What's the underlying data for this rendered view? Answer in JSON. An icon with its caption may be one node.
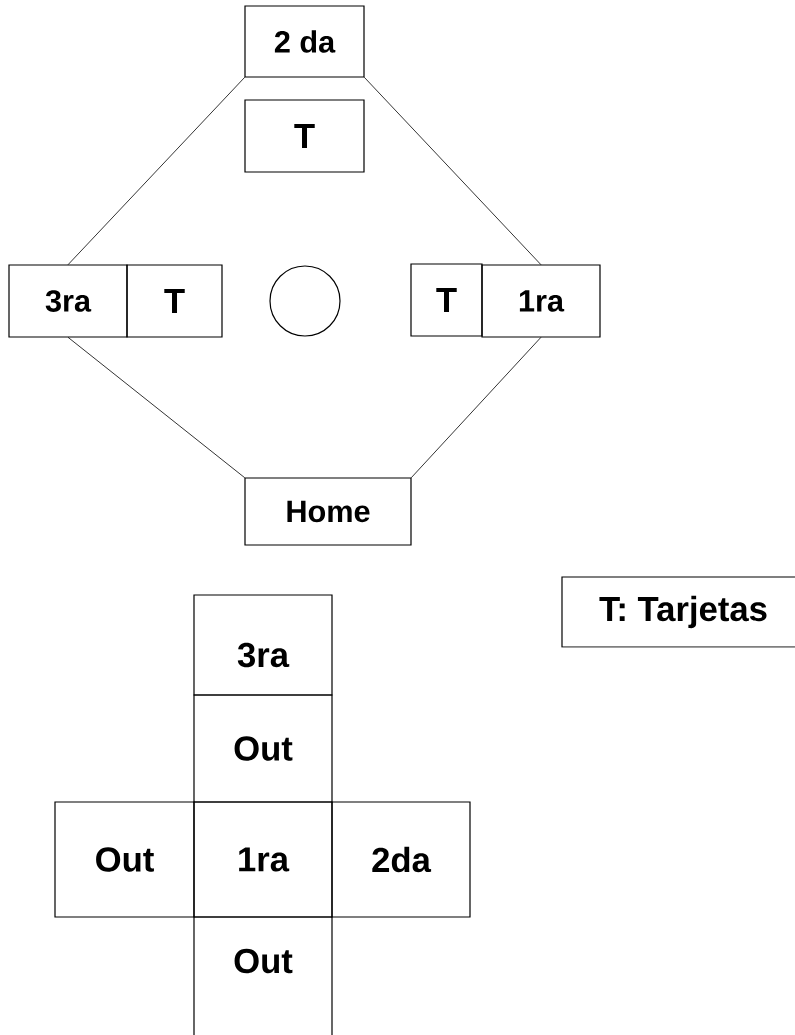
{
  "diagram": {
    "nodes": [
      {
        "text": [
          "2 da"
        ]
      },
      {
        "text": [
          "T"
        ]
      },
      {
        "text": [
          "3ra"
        ]
      },
      {
        "text": [
          "T"
        ]
      },
      {
        "text": [],
        "shape": "circle"
      },
      {
        "text": [
          "T"
        ]
      },
      {
        "text": [
          "1ra"
        ]
      },
      {
        "text": [
          "Home"
        ]
      },
      {
        "text": [
          "3ra"
        ]
      },
      {
        "text": [
          "Out"
        ]
      },
      {
        "text": [
          "Out"
        ]
      },
      {
        "text": [
          "1ra"
        ]
      },
      {
        "text": [
          "2da"
        ]
      },
      {
        "text": [
          "Out"
        ]
      },
      {
        "text": [
          "T: Tarjetas"
        ]
      }
    ],
    "edges": [
      {
        "from": 0,
        "to": 2,
        "arrow": "none"
      },
      {
        "from": 0,
        "to": 6,
        "arrow": "none"
      },
      {
        "from": 2,
        "to": 7,
        "arrow": "none"
      },
      {
        "from": 6,
        "to": 7,
        "arrow": "none"
      }
    ]
  }
}
